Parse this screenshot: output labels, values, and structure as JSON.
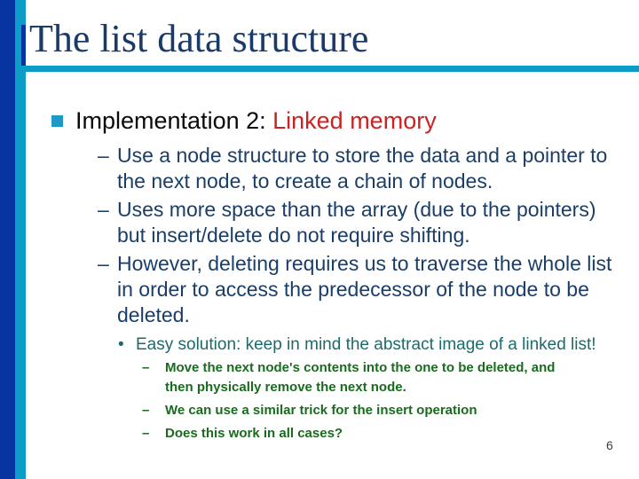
{
  "slide": {
    "title": "The list data structure",
    "page_number": "6",
    "bullet1": {
      "marker": "square-bullet",
      "prefix": "Implementation 2: ",
      "highlight": "Linked memory"
    },
    "level2_items": [
      {
        "dash": "–",
        "lines": [
          "Use a node structure to store the data and a pointer to",
          "the next node, to create a chain of nodes."
        ]
      },
      {
        "dash": "–",
        "lines": [
          "Uses more space than the array (due to the pointers)",
          "but insert/delete do not require shifting."
        ]
      },
      {
        "dash": "–",
        "lines": [
          "However, deleting requires us to traverse the whole list",
          "in order to access the predecessor of the node to be",
          "deleted."
        ]
      }
    ],
    "level3": {
      "bullet": "•",
      "text": "Easy solution: keep in mind the abstract image of a linked list!"
    },
    "level4_items": [
      {
        "dash": "–",
        "lines": [
          "Move the next node's contents into the one to be deleted, and",
          "then physically remove the next node."
        ]
      },
      {
        "dash": "–",
        "lines": [
          "We can use a similar trick for the insert operation"
        ]
      },
      {
        "dash": "–",
        "lines": [
          "Does this work in all cases?"
        ]
      }
    ],
    "colors": {
      "left_bar_navy": "#0734A0",
      "accent_cyan": "#0C9CC8",
      "title_text": "#1A3A68",
      "body_navy": "#1A3E68",
      "bullet_square": "#1F98C8",
      "highlight_red": "#CC2222",
      "level3_teal": "#1E6A6A",
      "level4_green": "#196B1E"
    }
  }
}
